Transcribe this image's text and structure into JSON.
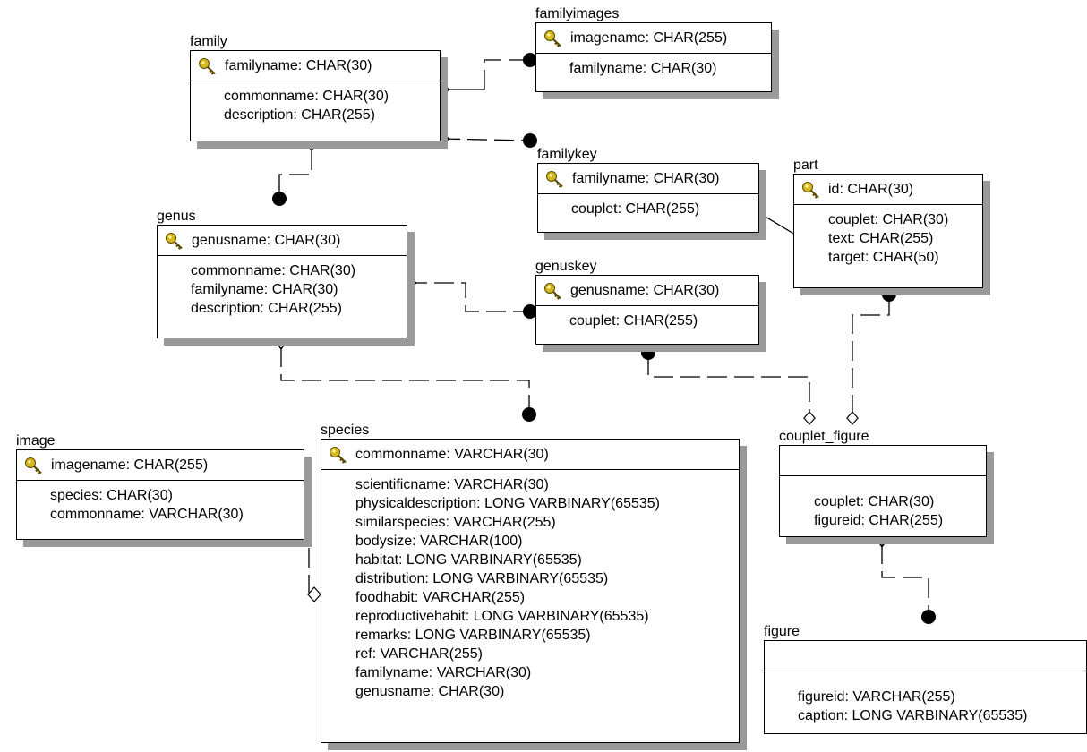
{
  "colors": {
    "line": "#000000",
    "shadow": "#9a9a9a",
    "key_icon": "#d4b81f"
  },
  "entities": {
    "family": {
      "name": "family",
      "pk": "familyname: CHAR(30)",
      "attrs": [
        "commonname: CHAR(30)",
        "description: CHAR(255)"
      ]
    },
    "familyimages": {
      "name": "familyimages",
      "pk": "imagename: CHAR(255)",
      "attrs": [
        "familyname: CHAR(30)"
      ]
    },
    "familykey": {
      "name": "familykey",
      "pk": "familyname: CHAR(30)",
      "attrs": [
        "couplet: CHAR(255)"
      ]
    },
    "part": {
      "name": "part",
      "pk": "id: CHAR(30)",
      "attrs": [
        "couplet: CHAR(30)",
        "text: CHAR(255)",
        "target: CHAR(50)"
      ]
    },
    "genus": {
      "name": "genus",
      "pk": "genusname: CHAR(30)",
      "attrs": [
        "commonname: CHAR(30)",
        "familyname: CHAR(30)",
        "description: CHAR(255)"
      ]
    },
    "genuskey": {
      "name": "genuskey",
      "pk": "genusname: CHAR(30)",
      "attrs": [
        "couplet: CHAR(255)"
      ]
    },
    "image": {
      "name": "image",
      "pk": "imagename: CHAR(255)",
      "attrs": [
        "species: CHAR(30)",
        "commonname: VARCHAR(30)"
      ]
    },
    "species": {
      "name": "species",
      "pk": "commonname: VARCHAR(30)",
      "attrs": [
        "scientificname: VARCHAR(30)",
        "physicaldescription: LONG VARBINARY(65535)",
        "similarspecies: VARCHAR(255)",
        "bodysize: VARCHAR(100)",
        "habitat: LONG VARBINARY(65535)",
        "distribution: LONG VARBINARY(65535)",
        "foodhabit: VARCHAR(255)",
        "reproductivehabit: LONG VARBINARY(65535)",
        "remarks: LONG VARBINARY(65535)",
        "ref: VARCHAR(255)",
        "familyname: VARCHAR(30)",
        "genusname: CHAR(30)"
      ]
    },
    "couplet_figure": {
      "name": "couplet_figure",
      "pk": "",
      "attrs": [
        "couplet: CHAR(30)",
        "figureid: CHAR(255)"
      ]
    },
    "figure": {
      "name": "figure",
      "pk": "",
      "attrs": [
        "figureid: VARCHAR(255)",
        "caption: LONG VARBINARY(65535)"
      ]
    }
  }
}
